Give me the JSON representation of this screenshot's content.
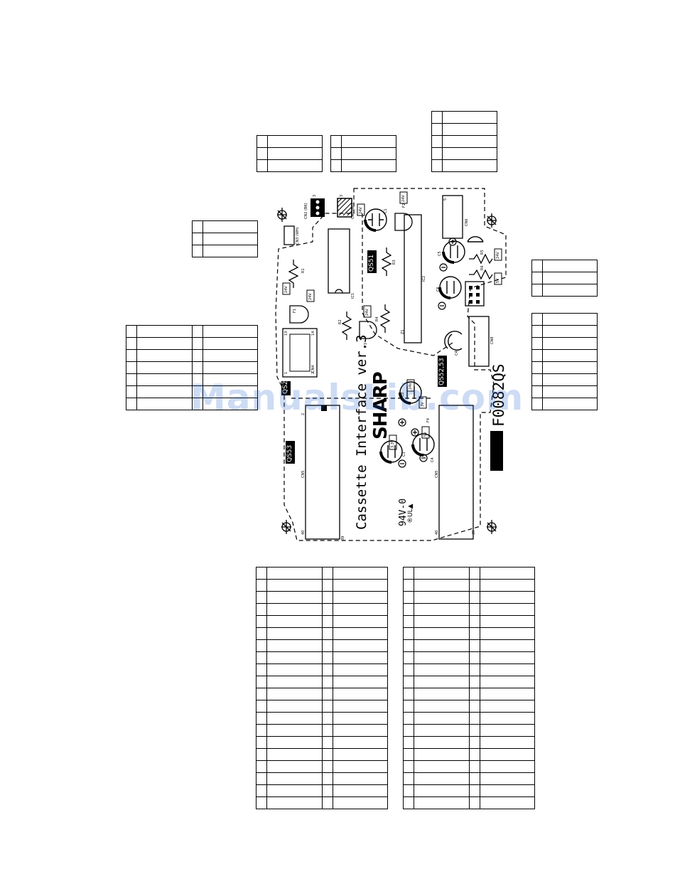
{
  "board": {
    "brand": "SHARP",
    "name": "Cassette Interface ver.3",
    "part_number": "F0082QS",
    "rating": "94V-0",
    "ul_mark": "®UL▲"
  },
  "connectors": {
    "cn1": "CN1 (BL)",
    "cn2": "CN2 (BK)",
    "cn3": "CN3 (WH)",
    "cn4": "CN4",
    "cn5a": "CN5",
    "cn5b": "CN5",
    "cn6": "CN6",
    "cn8": "CN8"
  },
  "components": {
    "ic1": "IC1",
    "ic2": "IC2",
    "z1": "Z1",
    "r1": "R1",
    "r2": "R2",
    "r3": "R3",
    "r4": "R4",
    "r5": "R5",
    "r6": "R6",
    "f1": "F1",
    "f2": "F2",
    "f3": "F3",
    "f4": "F4",
    "c1": "C1",
    "c2": "C2",
    "c3": "C3",
    "c4": "C4",
    "c5": "C5",
    "c6": "C6",
    "c4f": "C4f"
  },
  "sections": {
    "qs51": "QS51",
    "qs52": "QS2",
    "qs5253": "QS52,53",
    "qs53": "QS53"
  },
  "voltages": {
    "v24": "24V",
    "v33": "3.3V",
    "v5": "5V",
    "v3": "3V"
  },
  "pins": {
    "p1": "1",
    "p2": "2",
    "p3": "3",
    "p5": "5",
    "p13": "13",
    "p14": "14",
    "p39": "39",
    "p40": "40"
  },
  "watermark": "ManualsLib.com"
}
